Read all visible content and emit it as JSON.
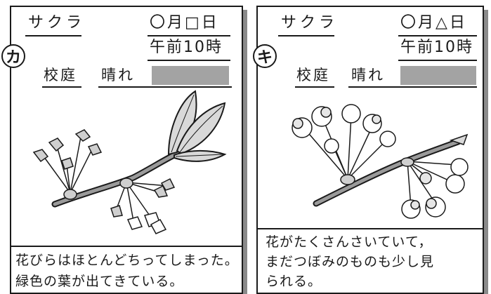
{
  "cards": [
    {
      "marker": "カ",
      "plant": "サクラ",
      "date": "〇月□日",
      "time": "午前10時",
      "place": "校庭",
      "weather": "晴れ",
      "description_line1": "花びらはほとんどちってしまった。",
      "description_line2": "緑色の葉が出てきている。"
    },
    {
      "marker": "キ",
      "plant": "サクラ",
      "date": "〇月△日",
      "time": "午前10時",
      "place": "校庭",
      "weather": "晴れ",
      "description_line1": "花がたくさんさいていて，",
      "description_line2": "まだつぼみのものも少し見",
      "description_line3": "られる。"
    }
  ],
  "colors": {
    "ink": "#1a1a1a",
    "shadow": "#8a8a8a",
    "grey_box": "#a3a3a3",
    "leaf_fill": "#d9d9d9",
    "flower_fill": "#ffffff"
  }
}
